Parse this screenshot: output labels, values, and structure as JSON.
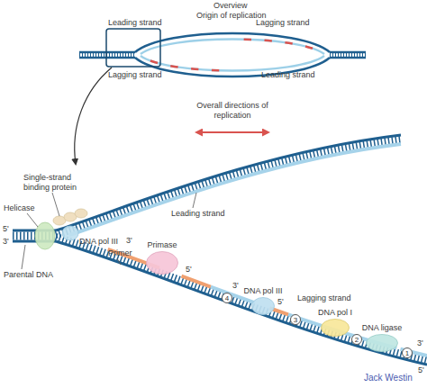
{
  "diagram": {
    "nodes": [
      {
        "text": [
          "Primase"
        ]
      },
      {
        "text": [
          "DNA pol III"
        ]
      },
      {
        "text": [
          "4"
        ]
      },
      {
        "text": [
          "DNA pol I"
        ]
      },
      {
        "text": [
          "3"
        ]
      },
      {
        "text": [
          "DNA ligase"
        ]
      },
      {
        "text": [
          "2"
        ]
      },
      {
        "text": [
          "1"
        ]
      }
    ],
    "labels": [
      "Overview",
      "Origin of replication",
      "Leading strand",
      "Lagging strand",
      "Lagging strand",
      "Leading strand",
      "Overall directions of replication",
      "Single-strand binding protein",
      "Helicase",
      "5'",
      "3'",
      "DNA pol III",
      "3'",
      "Parental DNA",
      "Leading strand",
      "Primer",
      "5'",
      "3'",
      "5'",
      "Lagging strand",
      "3'",
      "5'",
      "Jack Westin"
    ]
  }
}
